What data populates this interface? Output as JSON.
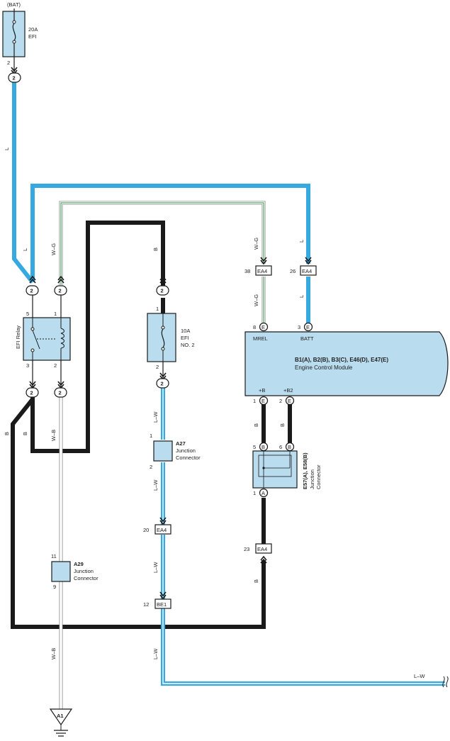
{
  "colors": {
    "blue_wire": "#35a9e0",
    "black_wire": "#1a1a1a",
    "box_fill": "#b9dcef",
    "green": "#2e9a4a"
  },
  "power": {
    "source": "(BAT)",
    "fuse_amp": "20A",
    "fuse_name": "EFI"
  },
  "efi_relay": {
    "label": "EFI Relay",
    "pins": [
      "5",
      "1",
      "3",
      "2"
    ]
  },
  "efi2_fuse": {
    "amp": "10A",
    "name1": "EFI",
    "name2": "NO. 2",
    "pin_top": "1",
    "pin_bottom": "2"
  },
  "ecm": {
    "title": "B1(A), B2(B), B3(C), E46(D), E47(E)",
    "subtitle": "Engine Control Module",
    "mrel": "MREL",
    "batt": "BATT",
    "b_plus": "+B",
    "b_plus2": "+B2"
  },
  "connectors": {
    "c2": "2",
    "ea4": "EA4",
    "be1": "BE1",
    "a1": "A1",
    "e": "E",
    "b": "B",
    "a": "A"
  },
  "pins": {
    "p2": "2",
    "p38": "38",
    "p26": "26",
    "p8": "8",
    "p3": "3",
    "p1": "1",
    "p5": "5",
    "p6": "6",
    "p20": "20",
    "p12": "12",
    "p23": "23",
    "p11": "11",
    "p9": "9"
  },
  "junctions": {
    "a27_id": "A27",
    "a29_id": "A29",
    "jc1": "Junction",
    "jc2": "Connector",
    "e57_id": "E57(A), E58(B)"
  },
  "wires": {
    "l": "L",
    "wg": "W–G",
    "b": "B",
    "wb": "W–B",
    "lw": "L–W"
  }
}
